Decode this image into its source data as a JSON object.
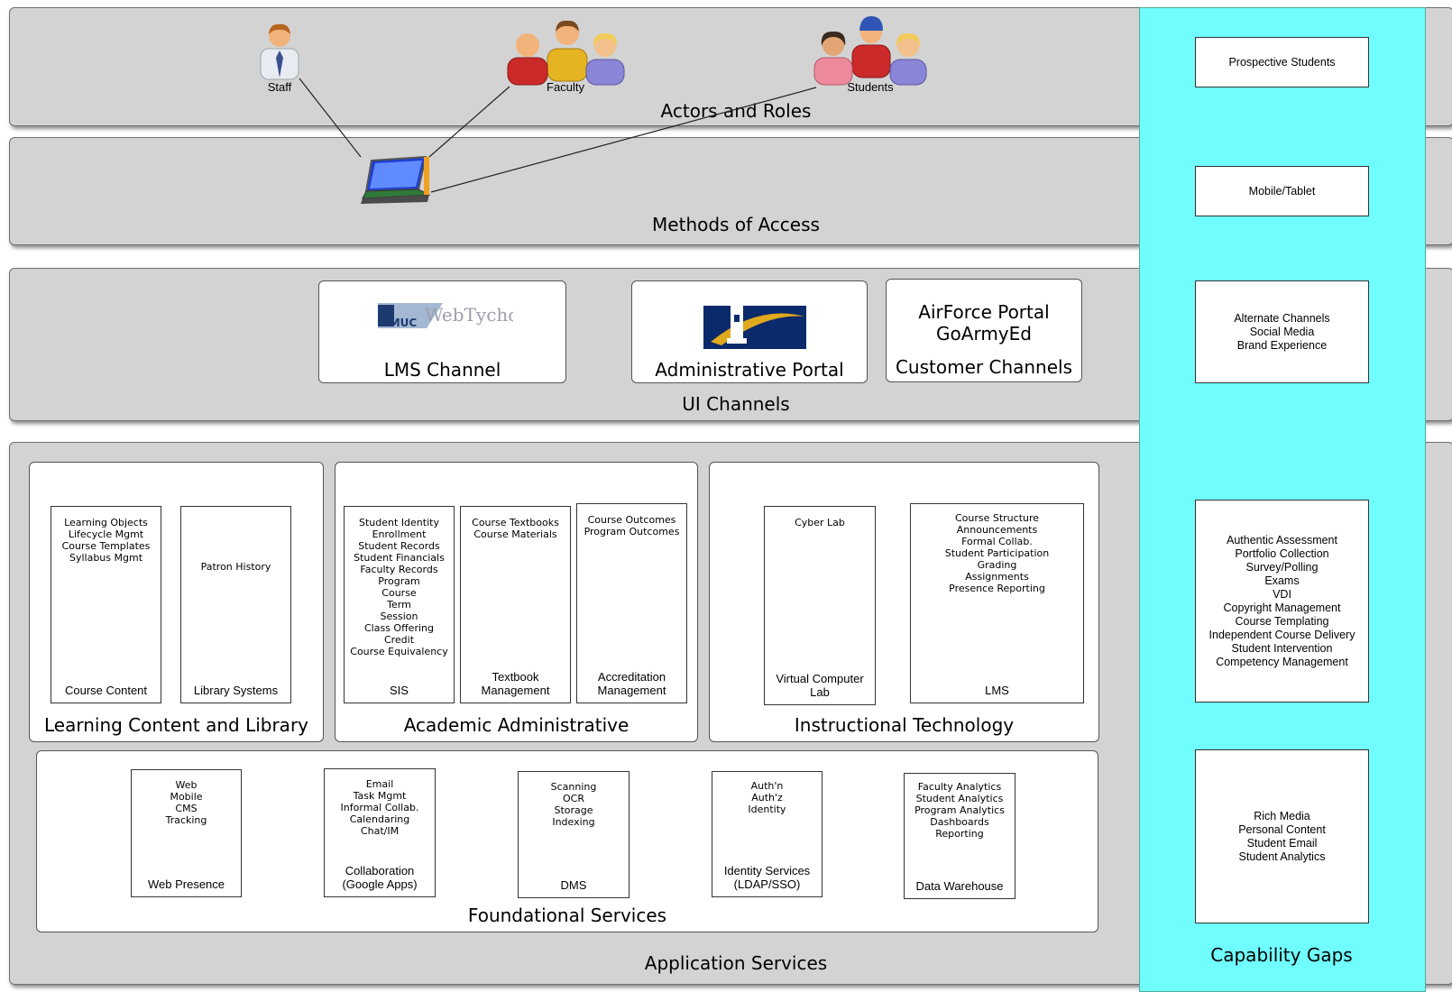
{
  "bands": {
    "actors": "Actors and Roles",
    "access": "Methods of Access",
    "ui": "UI Channels",
    "app": "Application Services"
  },
  "actors": {
    "staff": "Staff",
    "faculty": "Faculty",
    "students": "Students"
  },
  "channels": {
    "lms_logo_umuc": "UMUC",
    "lms_logo_webtycho": "WebTycho",
    "lms": "LMS Channel",
    "admin": "Administrative Portal",
    "customer_line1": "AirForce Portal",
    "customer_line2": "GoArmyEd",
    "customer": "Customer Channels"
  },
  "groups": {
    "learning": {
      "title": "Learning Content and Library",
      "boxes": [
        {
          "items": "Learning Objects\nLifecycle Mgmt\nCourse Templates\nSyllabus Mgmt",
          "label": "Course Content"
        },
        {
          "items": "Patron History",
          "label": "Library Systems"
        }
      ]
    },
    "academic": {
      "title": "Academic Administrative",
      "boxes": [
        {
          "items": "Student Identity\nEnrollment\nStudent Records\nStudent Financials\nFaculty Records\nProgram\nCourse\nTerm\nSession\nClass Offering\nCredit\nCourse Equivalency",
          "label": "SIS"
        },
        {
          "items": "Course Textbooks\nCourse Materials",
          "label": "Textbook\nManagement"
        },
        {
          "items": "Course Outcomes\nProgram Outcomes",
          "label": "Accreditation\nManagement"
        }
      ]
    },
    "instructional": {
      "title": "Instructional Technology",
      "boxes": [
        {
          "items": "Cyber Lab",
          "label": "Virtual Computer\nLab"
        },
        {
          "items": "Course Structure\nAnnouncements\nFormal Collab.\nStudent Participation\nGrading\nAssignments\nPresence Reporting",
          "label": "LMS"
        }
      ]
    },
    "foundational": {
      "title": "Foundational Services",
      "boxes": [
        {
          "items": "Web\nMobile\nCMS\nTracking",
          "label": "Web Presence"
        },
        {
          "items": "Email\nTask Mgmt\nInformal Collab.\nCalendaring\nChat/IM",
          "label": "Collaboration\n(Google Apps)"
        },
        {
          "items": "Scanning\nOCR\nStorage\nIndexing",
          "label": "DMS"
        },
        {
          "items": "Auth'n\nAuth'z\nIdentity",
          "label": "Identity Services\n(LDAP/SSO)"
        },
        {
          "items": "Faculty Analytics\nStudent Analytics\nProgram Analytics\nDashboards\nReporting",
          "label": "Data Warehouse"
        }
      ]
    }
  },
  "gaps": {
    "title": "Capability Gaps",
    "boxes": [
      "Prospective Students",
      "Mobile/Tablet",
      "Alternate Channels\nSocial Media\nBrand Experience",
      "Authentic Assessment\nPortfolio Collection\nSurvey/Polling\nExams\nVDI\nCopyright Management\nCourse Templating\nIndependent Course Delivery\nStudent Intervention\nCompetency Management",
      "Rich Media\nPersonal Content\nStudent Email\nStudent Analytics"
    ]
  },
  "colors": {
    "band": "#d3d3d3",
    "gaps": "#6ffdfe",
    "portal_navy": "#0b2a6b",
    "portal_gold": "#e0a81c"
  }
}
